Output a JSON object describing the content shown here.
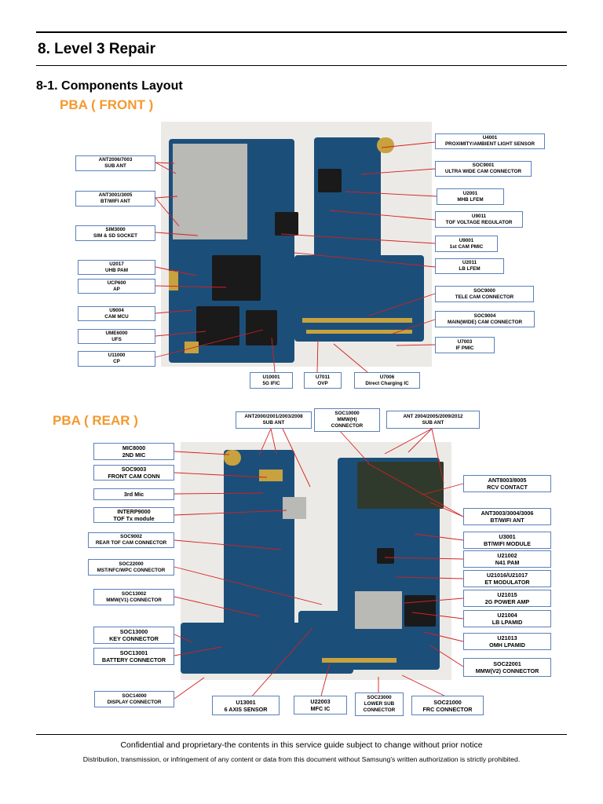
{
  "header": {
    "title": "8. Level 3 Repair",
    "subtitle": "8-1. Components Layout"
  },
  "front": {
    "heading": "PBA ( FRONT )",
    "callouts": [
      {
        "id": "ant2006",
        "line1": "ANT2006/7003",
        "line2": "SUB ANT"
      },
      {
        "id": "ant3001",
        "line1": "ANT3001/3005",
        "line2": "BT/WIFI ANT"
      },
      {
        "id": "sim3000",
        "line1": "SIM3000",
        "line2": "SIM & SD SOCKET"
      },
      {
        "id": "u2017",
        "line1": "U2017",
        "line2": "UHB PAM"
      },
      {
        "id": "ucp600",
        "line1": "UCP600",
        "line2": "AP"
      },
      {
        "id": "u9004",
        "line1": "U9004",
        "line2": "CAM MCU"
      },
      {
        "id": "ume6000",
        "line1": "UME6000",
        "line2": "UFS"
      },
      {
        "id": "u11000",
        "line1": "U11000",
        "line2": "CP"
      },
      {
        "id": "u10001",
        "line1": "U10001",
        "line2": "5G IFIC"
      },
      {
        "id": "u7011",
        "line1": "U7011",
        "line2": "OVP"
      },
      {
        "id": "u7006",
        "line1": "U7006",
        "line2": "Direct Charging IC"
      },
      {
        "id": "u4001",
        "line1": "U4001",
        "line2": "PROXIMITY/AMBIENT LIGHT SENSOR"
      },
      {
        "id": "soc9001",
        "line1": "SOC9001",
        "line2": "ULTRA WIDE CAM CONNECTOR"
      },
      {
        "id": "u2001",
        "line1": "U2001",
        "line2": "MHB LFEM"
      },
      {
        "id": "u9011",
        "line1": "U9011",
        "line2": "TOF VOLTAGE REGULATOR"
      },
      {
        "id": "u9001",
        "line1": "U9001",
        "line2": "1st CAM PMIC"
      },
      {
        "id": "u2011",
        "line1": "U2011",
        "line2": "LB LFEM"
      },
      {
        "id": "soc9000",
        "line1": "SOC9000",
        "line2": "TELE CAM CONNECTOR"
      },
      {
        "id": "soc9004",
        "line1": "SOC9004",
        "line2": "MAIN(WIDE) CAM CONNECTOR"
      },
      {
        "id": "u7003",
        "line1": "U7003",
        "line2": "IF PMIC"
      }
    ]
  },
  "rear": {
    "heading": "PBA ( REAR )",
    "callouts": [
      {
        "id": "mic8000",
        "line1": "MIC8000",
        "line2": "2ND MIC"
      },
      {
        "id": "soc9003",
        "line1": "SOC9003",
        "line2": "FRONT CAM CONN"
      },
      {
        "id": "mic3",
        "line1": "3rd Mic",
        "line2": ""
      },
      {
        "id": "interp9000",
        "line1": "INTERP9000",
        "line2": "TOF Tx module"
      },
      {
        "id": "soc9002",
        "line1": "SOC9002",
        "line2": "REAR TOF CAM CONNECTOR"
      },
      {
        "id": "soc22000",
        "line1": "SOC22000",
        "line2": "MST/NFC/WPC CONNECTOR"
      },
      {
        "id": "soc13002",
        "line1": "SOC13002",
        "line2": "MMW(V1) CONNECTOR"
      },
      {
        "id": "soc13000",
        "line1": "SOC13000",
        "line2": "KEY CONNECTOR"
      },
      {
        "id": "soc13001",
        "line1": "SOC13001",
        "line2": "BATTERY CONNECTOR"
      },
      {
        "id": "soc14000",
        "line1": "SOC14000",
        "line2": "DISPLAY CONNECTOR"
      },
      {
        "id": "u13001",
        "line1": "U13001",
        "line2": "6 AXIS SENSOR"
      },
      {
        "id": "u22003",
        "line1": "U22003",
        "line2": "MFC IC"
      },
      {
        "id": "soc23000",
        "line1": "SOC23000",
        "line2": "LOWER SUB",
        "line3": "CONNECTOR"
      },
      {
        "id": "soc21000",
        "line1": "SOC21000",
        "line2": "FRC CONNECTOR"
      },
      {
        "id": "ant2000",
        "line1": "ANT2000/2001/2003/2008",
        "line2": "SUB ANT"
      },
      {
        "id": "soc10000",
        "line1": "SOC10000",
        "line2": "MMW(H)",
        "line3": "CONNECTOR"
      },
      {
        "id": "ant2004",
        "line1": "ANT 2004/2005/2009/2012",
        "line2": "SUB ANT"
      },
      {
        "id": "ant8003",
        "line1": "ANT8003/8005",
        "line2": "RCV CONTACT"
      },
      {
        "id": "ant3003",
        "line1": "ANT3003/3004/3006",
        "line2": "BT/WIFI ANT"
      },
      {
        "id": "u3001",
        "line1": "U3001",
        "line2": "BT/WIFI MODULE"
      },
      {
        "id": "u21002",
        "line1": "U21002",
        "line2": "N41 PAM"
      },
      {
        "id": "u21016",
        "line1": "U21016/U21017",
        "line2": "ET MODULATOR"
      },
      {
        "id": "u21015",
        "line1": "U21015",
        "line2": "2G POWER AMP"
      },
      {
        "id": "u21004",
        "line1": "U21004",
        "line2": "LB LPAMID"
      },
      {
        "id": "u21013",
        "line1": "U21013",
        "line2": "OMH LPAMID"
      },
      {
        "id": "soc22001",
        "line1": "SOC22001",
        "line2": "MMW(V2) CONNECTOR"
      }
    ]
  },
  "footer": {
    "line1": "Confidential and proprietary-the contents in this service guide subject to change without prior notice",
    "line2": "Distribution, transmission, or infringement of any content or data from this document without Samsung's written authorization is strictly prohibited."
  },
  "colors": {
    "heading_orange": "#f39a2e",
    "leader_red": "#d42020",
    "callout_border": "#5b80b8",
    "board_blue": "#1b4f7a"
  }
}
